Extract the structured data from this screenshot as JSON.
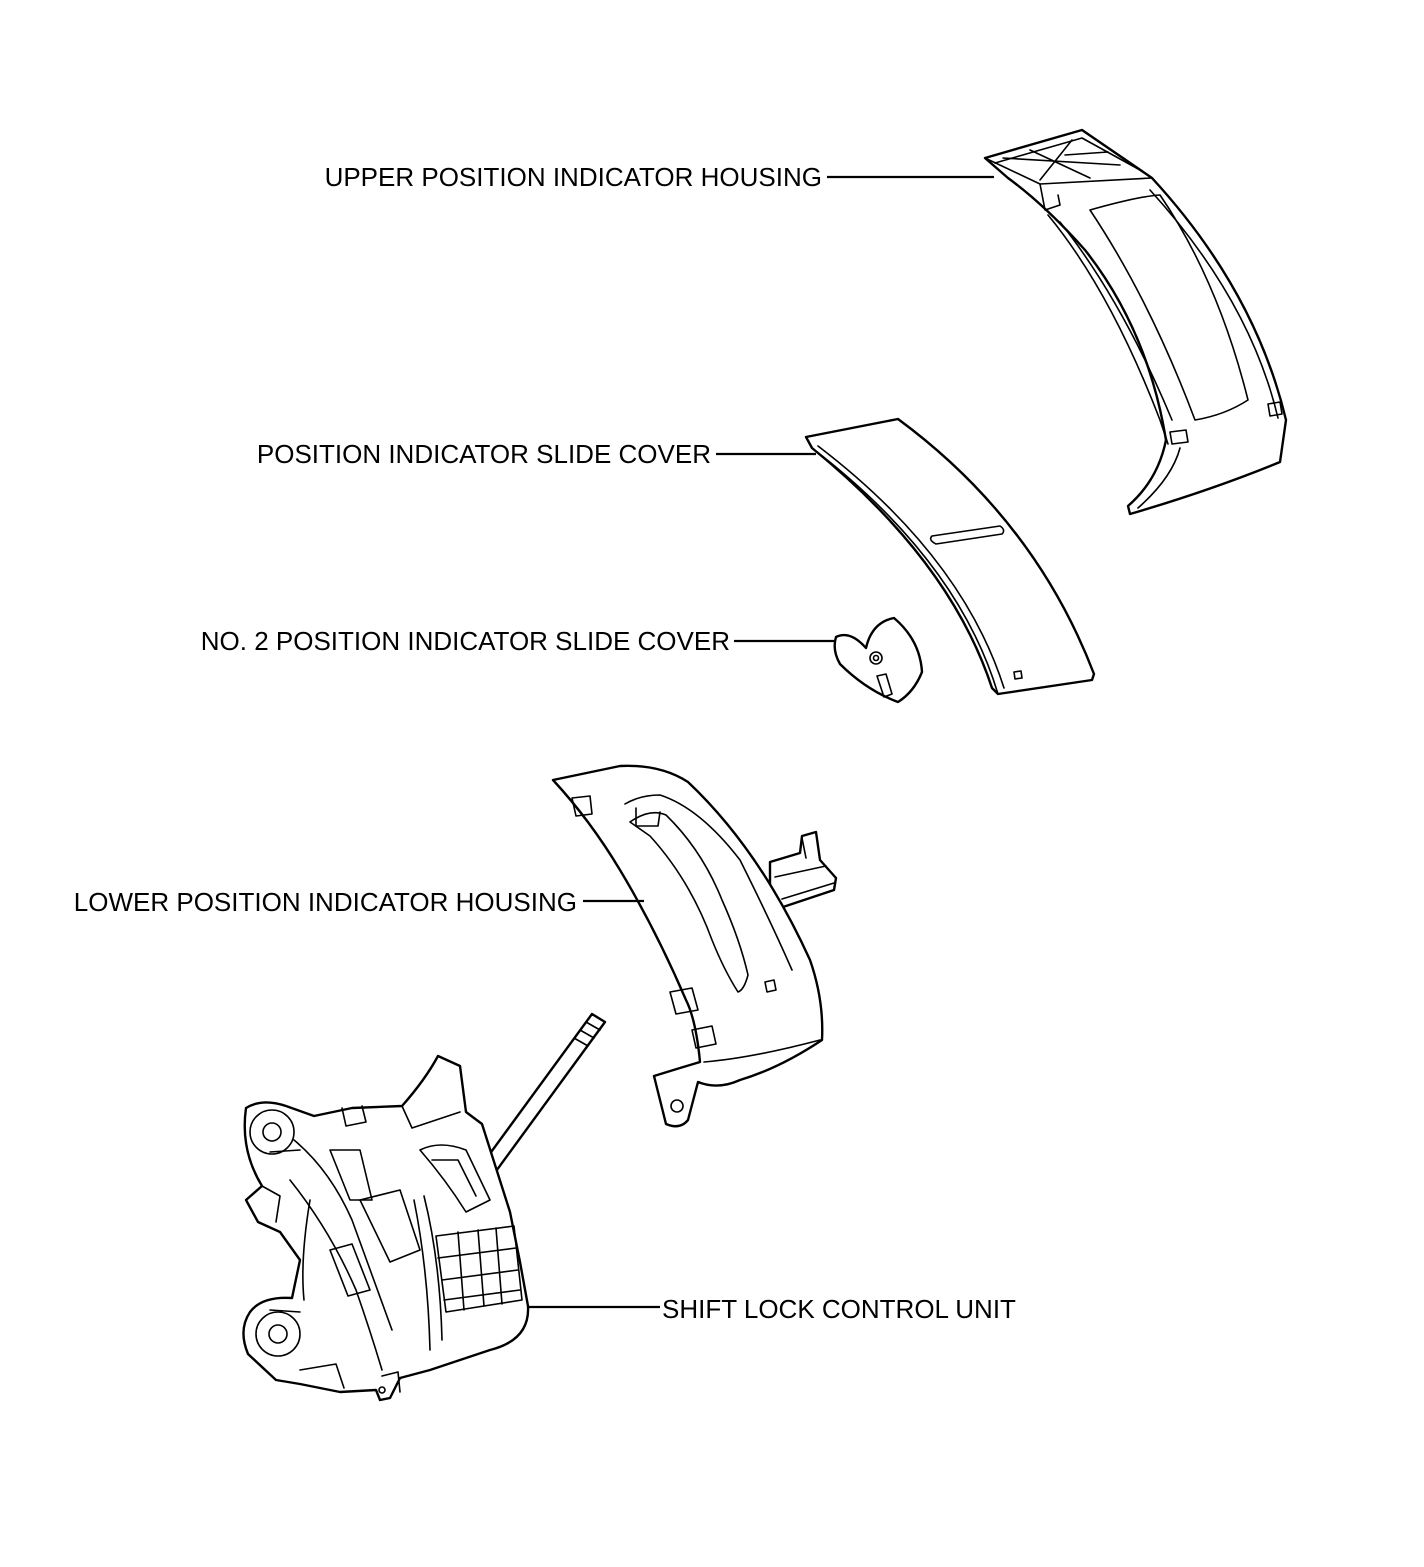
{
  "labels": {
    "upper_housing": "UPPER POSITION INDICATOR HOUSING",
    "slide_cover": "POSITION INDICATOR SLIDE COVER",
    "no2_slide_cover": "NO. 2 POSITION INDICATOR SLIDE COVER",
    "lower_housing": "LOWER POSITION INDICATOR HOUSING",
    "shift_lock_unit": "SHIFT LOCK CONTROL UNIT"
  }
}
